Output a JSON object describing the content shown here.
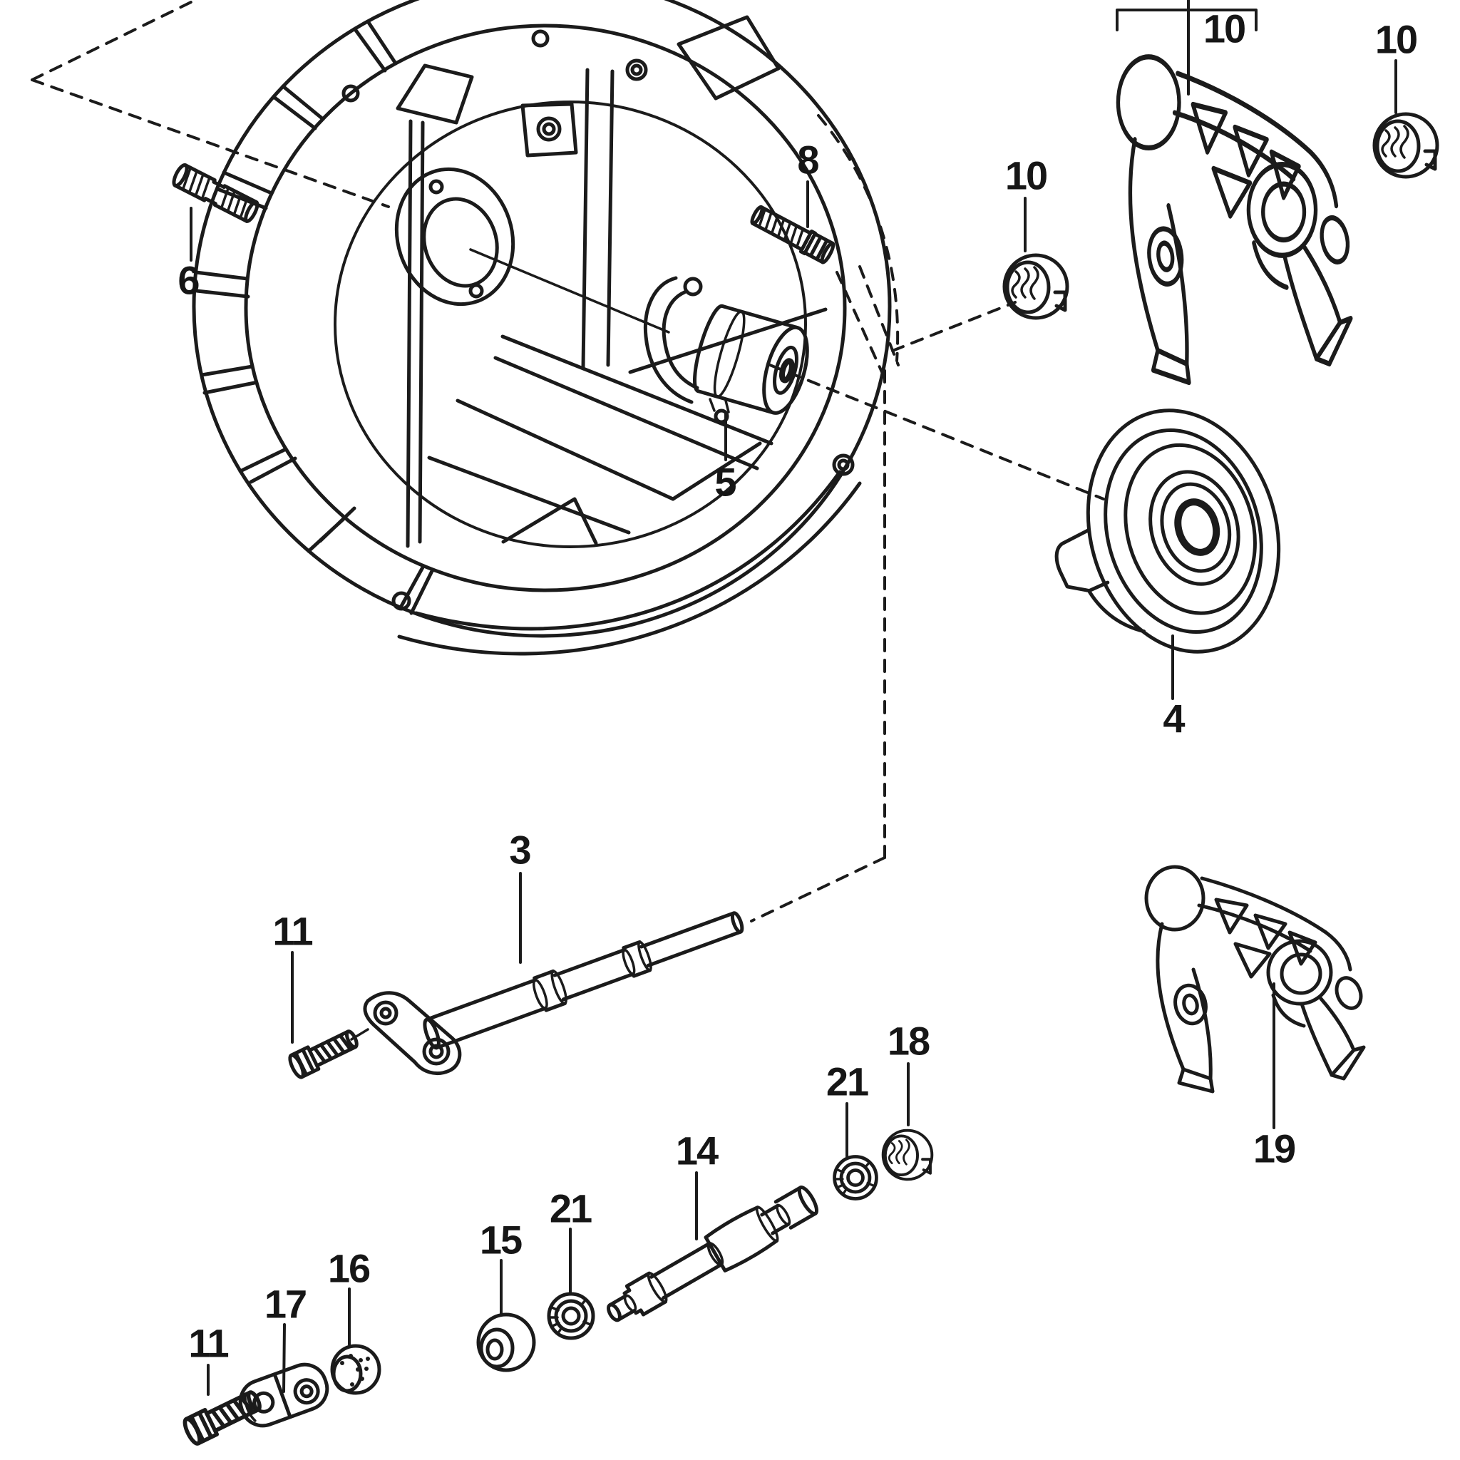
{
  "colors": {
    "line": "#1b1b1b",
    "background": "#ffffff"
  },
  "callouts": {
    "c6": {
      "text": "6"
    },
    "c8": {
      "text": "8"
    },
    "c5": {
      "text": "5"
    },
    "c10_bracket": {
      "text": "10"
    },
    "c10_mid": {
      "text": "10"
    },
    "c10_right": {
      "text": "10"
    },
    "c4": {
      "text": "4"
    },
    "c3": {
      "text": "3"
    },
    "c11_upper": {
      "text": "11"
    },
    "c14": {
      "text": "14"
    },
    "c21_right": {
      "text": "21"
    },
    "c18": {
      "text": "18"
    },
    "c19": {
      "text": "19"
    },
    "c11_lower": {
      "text": "11"
    },
    "c17": {
      "text": "17"
    },
    "c16": {
      "text": "16"
    },
    "c15": {
      "text": "15"
    },
    "c21_left": {
      "text": "21"
    }
  }
}
